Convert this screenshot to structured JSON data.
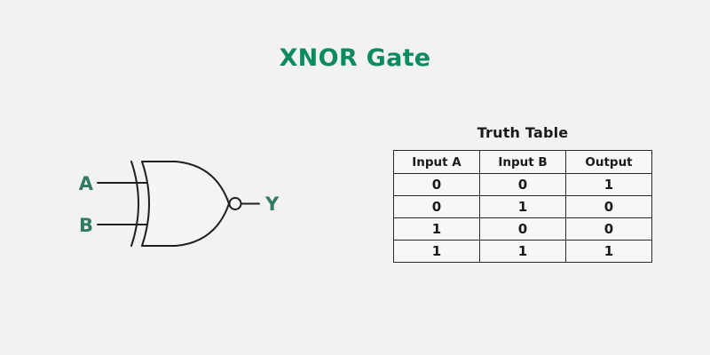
{
  "page": {
    "background_color": "#f2f2f2",
    "title": "XNOR Gate",
    "title_color": "#0d8a5f"
  },
  "gate": {
    "name": "xnor-gate",
    "label_color": "#2f7a60",
    "stroke_color": "#1f1f1f",
    "input_a_label": "A",
    "input_b_label": "B",
    "output_label": "Y",
    "has_inversion_bubble": true
  },
  "truth_table": {
    "title": "Truth Table",
    "columns": [
      "Input A",
      "Input B",
      "Output"
    ],
    "rows": [
      [
        "0",
        "0",
        "1"
      ],
      [
        "0",
        "1",
        "0"
      ],
      [
        "1",
        "0",
        "0"
      ],
      [
        "1",
        "1",
        "1"
      ]
    ],
    "border_color": "#2b2b2b",
    "cell_background": "#f7f7f7"
  }
}
